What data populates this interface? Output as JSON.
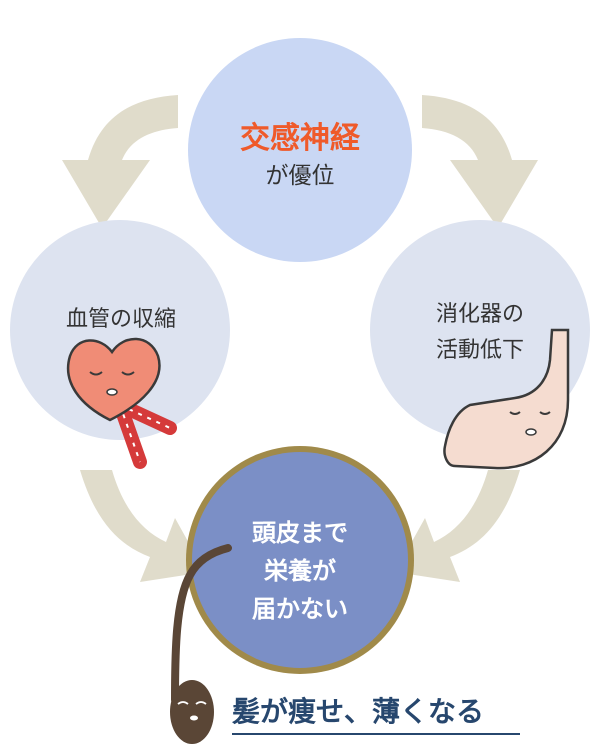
{
  "nodes": {
    "top": {
      "line1": "交感神経",
      "line2": "が優位"
    },
    "left": {
      "line1": "血管の収縮"
    },
    "right": {
      "line1": "消化器の",
      "line2": "活動低下"
    },
    "bottom": {
      "line1": "頭皮まで",
      "line2": "栄養が",
      "line3": "届かない"
    }
  },
  "result": {
    "text": "髪が痩せ、薄くなる"
  },
  "colors": {
    "top_circle": "#c9d7f4",
    "side_circle": "#dde3f0",
    "bottom_circle": "#7b8fc6",
    "bottom_ring": "#a08a4a",
    "arrow": "#e0dccb",
    "highlight_text": "#ef5a2a",
    "text": "#333333",
    "result_text": "#27476e",
    "heart": "#f08c76",
    "stomach": "#f5dcd0",
    "vessel": "#d53a3a",
    "hair": "#5a4636"
  }
}
